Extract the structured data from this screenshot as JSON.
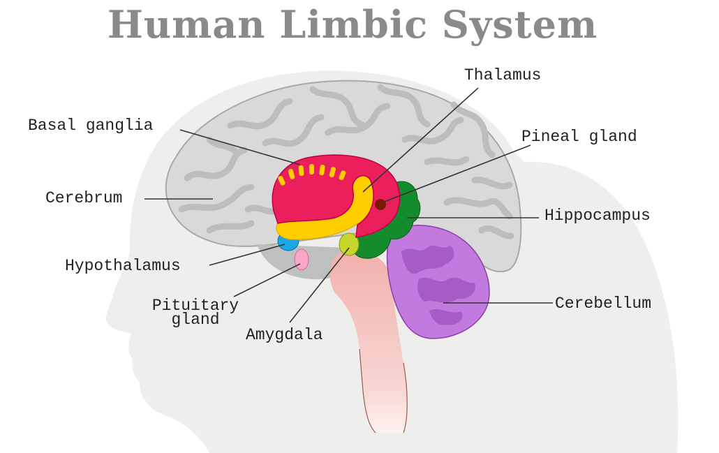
{
  "title": "Human Limbic System",
  "labels": {
    "thalamus": "Thalamus",
    "basal_ganglia": "Basal ganglia",
    "pineal_gland": "Pineal gland",
    "cerebrum": "Cerebrum",
    "hippocampus": "Hippocampus",
    "hypothalamus": "Hypothalamus",
    "pituitary_line1": "Pituitary",
    "pituitary_line2": "gland",
    "amygdala": "Amygdala",
    "cerebellum": "Cerebellum"
  },
  "colors": {
    "title": "#8a8a8a",
    "label_text": "#222222",
    "head": "#eeeeec",
    "brain_fill": "#d9d9d9",
    "brain_outline": "#a8a8a8",
    "basal_ganglia": "#ea1f5c",
    "thalamus": "#ffce00",
    "hippocampus": "#148c2d",
    "pineal_gland": "#7a1a00",
    "hypothalamus": "#1aa9e6",
    "pituitary_gland": "#f7a6c8",
    "amygdala": "#c6d62a",
    "cerebellum": "#c27adf",
    "brainstem": "#f4c4c0"
  }
}
